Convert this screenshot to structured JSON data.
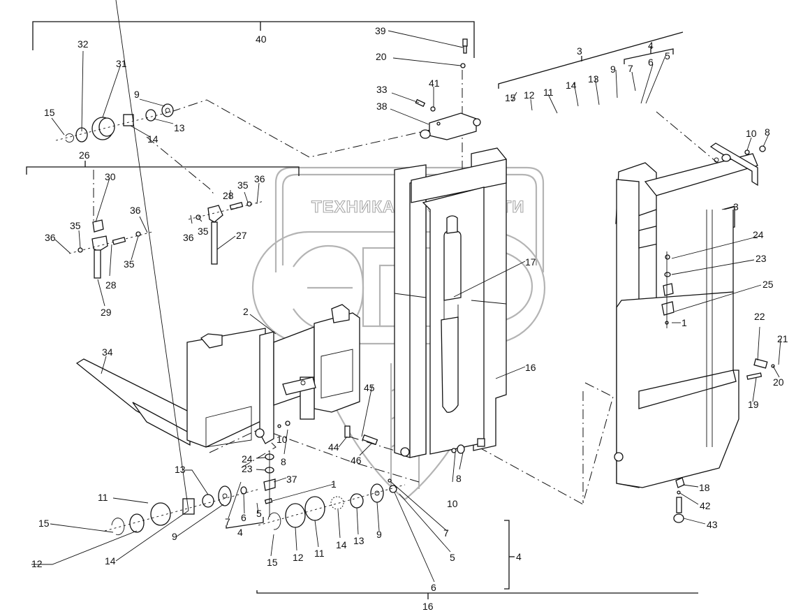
{
  "diagram": {
    "type": "exploded-parts-diagram",
    "subject": "forklift mast and carriage assembly",
    "watermark": {
      "left_word": "ТЕХНИКА",
      "right_word": "ЗАПЧАСТИ",
      "logo_letters": "ЭПФ",
      "gear_icon": "gear-icon"
    },
    "assembly_brackets": {
      "top_left_group": "40",
      "left_sub_group": "26",
      "top_right_group": "3",
      "top_right_sub_group": "4",
      "bottom_group": "16",
      "bottom_sub_group": "4",
      "left_roller_sub_group": "4"
    },
    "callouts": {
      "c39": "39",
      "c20a": "20",
      "c33": "33",
      "c41": "41",
      "c38": "38",
      "c40": "40",
      "c32": "32",
      "c31": "31",
      "c9a": "9",
      "c15a": "15",
      "c13a": "13",
      "c14a": "14",
      "c26": "26",
      "c30": "30",
      "c36a": "36",
      "c35a": "35",
      "c36b": "36",
      "c35b": "35",
      "c28a": "28",
      "c29": "29",
      "c28b": "28",
      "c35c": "35",
      "c36c": "36",
      "c36d": "36",
      "c35d": "35",
      "c27": "27",
      "c3": "3",
      "c4": "4",
      "c5": "5",
      "c6": "6",
      "c7": "7",
      "c15b": "15",
      "c12a": "12",
      "c11a": "11",
      "c14b": "14",
      "c13b": "13",
      "c9b": "9",
      "c10a": "10",
      "c8a": "8",
      "c3b": "3",
      "c24a": "24",
      "c23a": "23",
      "c25": "25",
      "c1a": "1",
      "c22": "22",
      "c21": "21",
      "c20b": "20",
      "c19": "19",
      "c18": "18",
      "c42": "42",
      "c43": "43",
      "c17": "17",
      "c16a": "16",
      "c2": "2",
      "c34": "34",
      "c10b": "10",
      "c8b": "8",
      "c24b": "24",
      "c23b": "23",
      "c37": "37",
      "c1b": "1",
      "c45": "45",
      "c44": "44",
      "c46": "46",
      "c10c": "10",
      "c8c": "8",
      "c13c": "13",
      "c11b": "11",
      "c15c": "15",
      "c12b": "12",
      "c14c": "14",
      "c9c": "9",
      "c7b": "7",
      "c6b": "6",
      "c5b": "5",
      "c4b": "4",
      "c15d": "15",
      "c12c": "12",
      "c11c": "11",
      "c14d": "14",
      "c13d": "13",
      "c9d": "9",
      "c7c": "7",
      "c5c": "5",
      "c6c": "6",
      "c4c": "4",
      "c16b": "16"
    }
  }
}
